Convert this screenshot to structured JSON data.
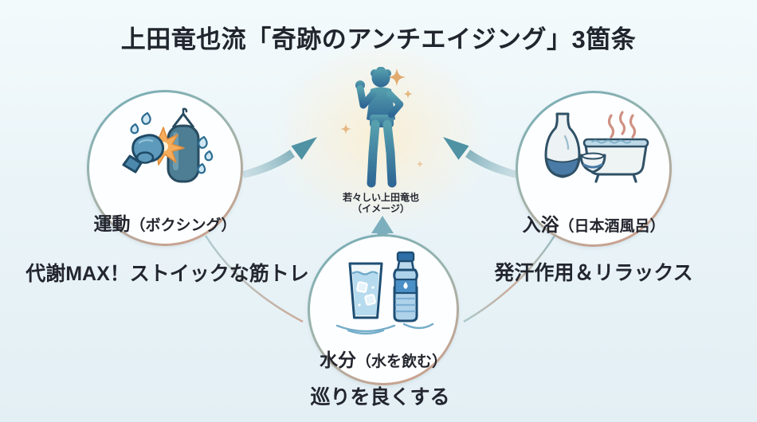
{
  "title": "上田竜也流「奇跡のアンチエイジング」3箇条",
  "center_figure": {
    "caption_line1": "若々しい上田竜也",
    "caption_line2": "（イメージ）"
  },
  "items": [
    {
      "key": "exercise",
      "title": "運動",
      "detail": "（ボクシング）",
      "caption": "代謝MAX！ストイックな筋トレ"
    },
    {
      "key": "bathing",
      "title": "入浴",
      "detail": "（日本酒風呂）",
      "caption": "発汗作用＆リラックス"
    },
    {
      "key": "hydration",
      "title": "水分",
      "detail": "（水を飲む）",
      "caption": "巡りを良くする"
    }
  ],
  "colors": {
    "background": "#eaf4f8",
    "ring_teal": "#79aeb6",
    "ring_tan": "#c9a28f",
    "arrow_teal": "#4f92a4",
    "glow_warm": "#faf0da",
    "silhouette_top": "#57a0ae",
    "silhouette_bottom": "#2f6795",
    "text_dark": "#23262e",
    "impact_orange": "#f6ad5b",
    "steam_pink": "#cf9182",
    "water_blue": "#b7dbee"
  }
}
